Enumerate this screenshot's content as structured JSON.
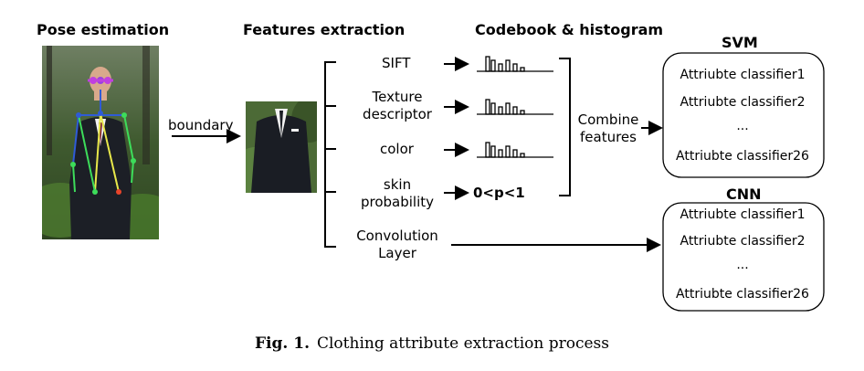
{
  "headers": {
    "pose": "Pose estimation",
    "features": "Features extraction",
    "codebook": "Codebook & histogram",
    "svm": "SVM",
    "cnn": "CNN"
  },
  "arrow_label": "boundary",
  "features": {
    "sift": "SIFT",
    "texture_line1": "Texture",
    "texture_line2": "descriptor",
    "color": "color",
    "skin_line1": "skin",
    "skin_line2": "probability",
    "conv_line1": "Convolution",
    "conv_line2": "Layer"
  },
  "skin_value": "0<p<1",
  "combine": {
    "line1": "Combine",
    "line2": "features"
  },
  "svm_classifiers": {
    "c1": "Attriubte classifier1",
    "c2": "Attriubte classifier2",
    "dots": "...",
    "c26": "Attriubte classifier26"
  },
  "cnn_classifiers": {
    "c1": "Attriubte classifier1",
    "c2": "Attriubte classifier2",
    "dots": "...",
    "c26": "Attriubte classifier26"
  },
  "caption": {
    "label": "Fig. 1.",
    "text": "Clothing attribute extraction process"
  },
  "colors": {
    "ink": "#000000",
    "foliage": "#3b5a2a",
    "suit": "#1a1d24",
    "skeleton_blue": "#2f5bd6",
    "skeleton_yellow": "#e8e84a",
    "skeleton_green": "#3ddc5a",
    "skeleton_red": "#e8442a",
    "head_marker": "#c040e0"
  }
}
